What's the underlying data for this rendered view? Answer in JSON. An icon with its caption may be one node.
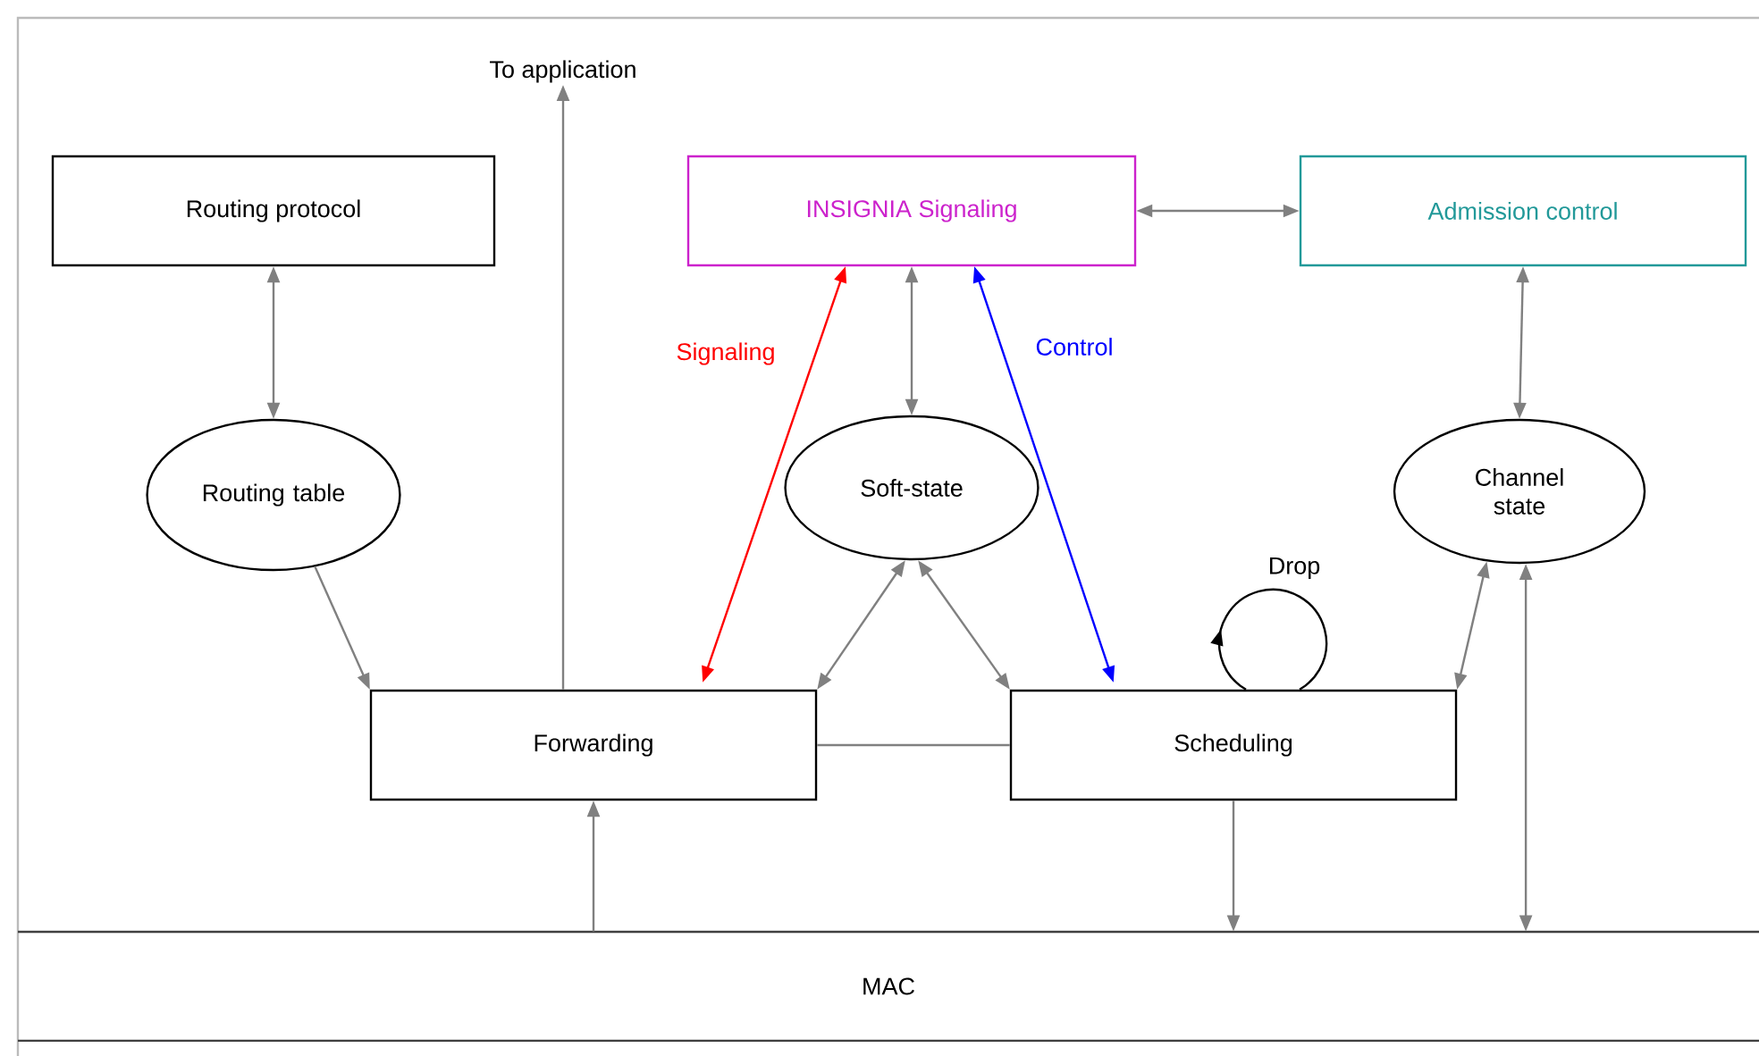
{
  "diagram": {
    "nodes": [
      {
        "text": [
          "To application"
        ]
      },
      {
        "text": [
          "Routing protocol"
        ]
      },
      {
        "text": [
          "INSIGNIA Signaling"
        ]
      },
      {
        "text": [
          "Admission control"
        ]
      },
      {
        "text": [
          "Routing table"
        ]
      },
      {
        "text": [
          "Soft-state"
        ]
      },
      {
        "text": [
          "Channel state"
        ]
      },
      {
        "text": [
          "Forwarding"
        ]
      },
      {
        "text": [
          "Scheduling"
        ]
      },
      {
        "text": [
          "MAC"
        ]
      }
    ],
    "edges": [
      {
        "from": 1,
        "to": 4,
        "arrow": "both"
      },
      {
        "from": 4,
        "to": 7,
        "arrow": "to"
      },
      {
        "from": 7,
        "to": 0,
        "arrow": "to"
      },
      {
        "from": 2,
        "to": 3,
        "arrow": "both"
      },
      {
        "from": 2,
        "to": 5,
        "arrow": "both"
      },
      {
        "from": 2,
        "to": 7,
        "arrow": "both",
        "label": "Signaling",
        "color": "#ff0000"
      },
      {
        "from": 2,
        "to": 8,
        "arrow": "both",
        "label": "Control",
        "color": "#0000ff"
      },
      {
        "from": 3,
        "to": 6,
        "arrow": "both"
      },
      {
        "from": 5,
        "to": 7,
        "arrow": "both"
      },
      {
        "from": 5,
        "to": 8,
        "arrow": "both"
      },
      {
        "from": 7,
        "to": 8,
        "arrow": "none"
      },
      {
        "from": 6,
        "to": 8,
        "arrow": "both"
      },
      {
        "from": 9,
        "to": 7,
        "arrow": "to"
      },
      {
        "from": 8,
        "to": 9,
        "arrow": "to"
      },
      {
        "from": 6,
        "to": 9,
        "arrow": "both"
      },
      {
        "from": 8,
        "to": 8,
        "arrow": "to",
        "label": "Drop",
        "color": "#000000"
      }
    ]
  }
}
